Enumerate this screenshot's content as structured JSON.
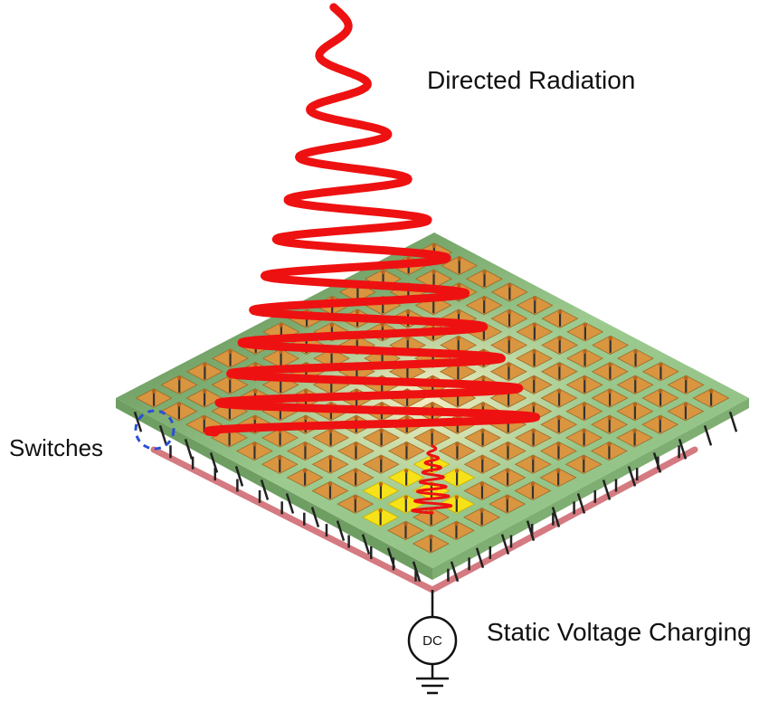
{
  "labels": {
    "directed_radiation": "Directed Radiation",
    "switches": "Switches",
    "static_voltage_charging": "Static Voltage Charging",
    "dc_source": "DC"
  },
  "array": {
    "rows": 12,
    "cols": 12,
    "active_cells": [
      [
        8,
        8
      ],
      [
        8,
        9
      ],
      [
        9,
        8
      ],
      [
        9,
        9
      ],
      [
        9,
        10
      ],
      [
        10,
        8
      ],
      [
        10,
        9
      ],
      [
        11,
        9
      ]
    ]
  },
  "colors": {
    "board_green": "#9cc98f",
    "board_edge": "#6f9e63",
    "cell_orange": "#d9953f",
    "cell_active": "#f7e21a",
    "wave_red": "#ee1111",
    "switch_circle": "#2a4fd6",
    "rail_pink": "#d47a80"
  }
}
